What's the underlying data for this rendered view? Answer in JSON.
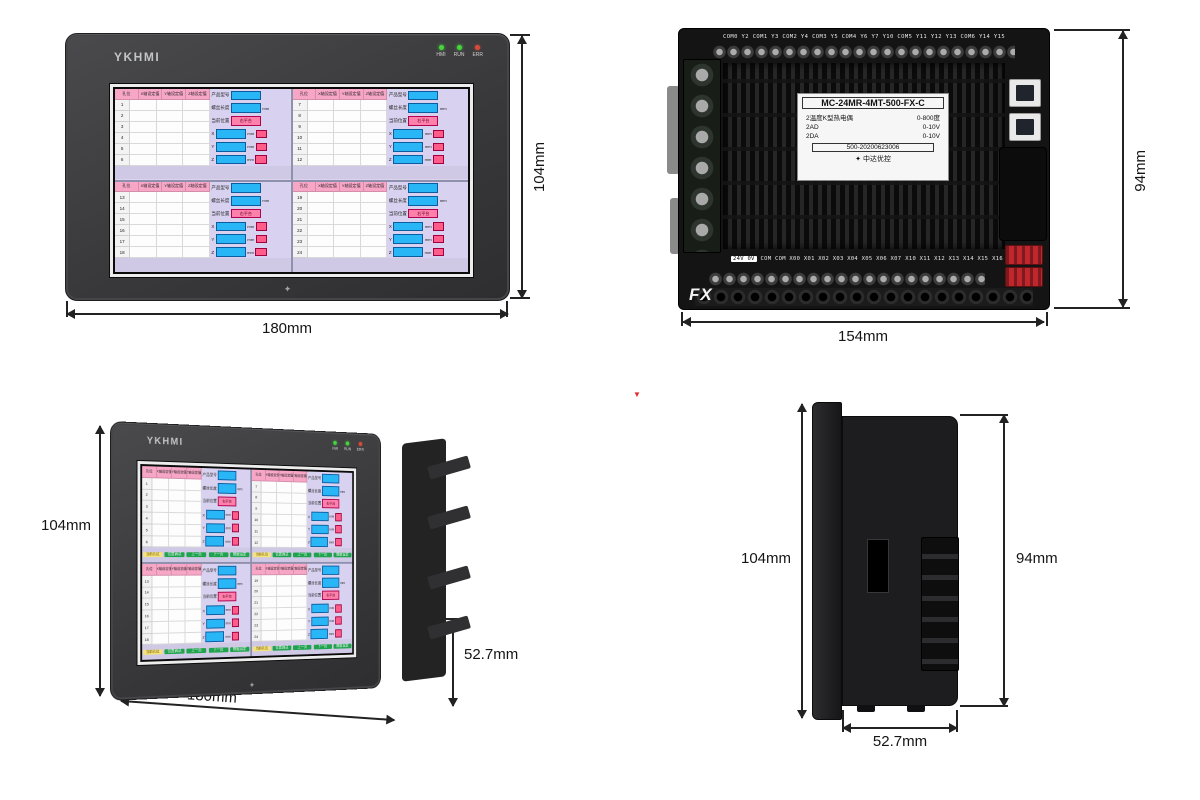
{
  "hmi": {
    "brand": "YKHMI",
    "led_labels": [
      "HMI",
      "RUN",
      "ERR"
    ],
    "logo_icon": "✦"
  },
  "dims": {
    "front": {
      "width": "180mm",
      "height": "104mm"
    },
    "plc": {
      "width": "154mm",
      "height": "94mm"
    },
    "perspective": {
      "width": "180mm",
      "height": "104mm",
      "depth": "52.7mm"
    },
    "side": {
      "height": "104mm",
      "body": "94mm",
      "depth": "52.7mm"
    }
  },
  "plc": {
    "terminals_top": "COM0 Y2 COM1 Y3 COM2 Y4 COM3 Y5 COM4 Y6 Y7 Y10  COM5 Y11 Y12 Y13 COM6 Y14 Y15",
    "power": "24V 0V",
    "terminals_bottom": "COM COM X00 X01 X02 X03 X04 X05 X06 X07",
    "terminals_bottom2": "X10 X11 X12 X13 X14 X15",
    "terminal_x16": "X16",
    "fx": "FX",
    "label": {
      "model": "MC-24MR-4MT-500-FX-C",
      "rows": [
        [
          "2温度K型热电偶",
          "0-800度"
        ],
        [
          "2AD",
          "0-10V"
        ],
        [
          "2DA",
          "0-10V"
        ]
      ],
      "serial": "500-20200623006",
      "brand": "中达优控",
      "brand_icon": "✦"
    }
  },
  "screen": {
    "col_headers": [
      "孔位",
      "X轴设定值",
      "Y轴设定值",
      "Z轴设定值"
    ],
    "product_label": "产品型号",
    "field_length": "螺丝长度",
    "field_position": "当前位置",
    "side_label": "右平台",
    "axes": [
      "X",
      "Y",
      "Z"
    ],
    "unit": "mm",
    "corner_label": "当前孔位",
    "buttons": [
      "位置调试",
      "上一页",
      "下一页",
      "数据设定"
    ],
    "quadrants": [
      {
        "rows": [
          "1",
          "2",
          "3",
          "4",
          "5",
          "6"
        ]
      },
      {
        "rows": [
          "7",
          "8",
          "9",
          "10",
          "11",
          "12"
        ]
      },
      {
        "rows": [
          "13",
          "14",
          "15",
          "16",
          "17",
          "18"
        ]
      },
      {
        "rows": [
          "19",
          "20",
          "21",
          "22",
          "23",
          "24"
        ]
      }
    ]
  },
  "pointer_icon": "▼",
  "colors": {
    "led_green": "#46d53c",
    "led_red": "#d84b3a",
    "field_blue": "#29b6f6",
    "header_pink": "#f7a6c6",
    "button_green": "#1fa34d",
    "red_connector": "#c0272d"
  }
}
